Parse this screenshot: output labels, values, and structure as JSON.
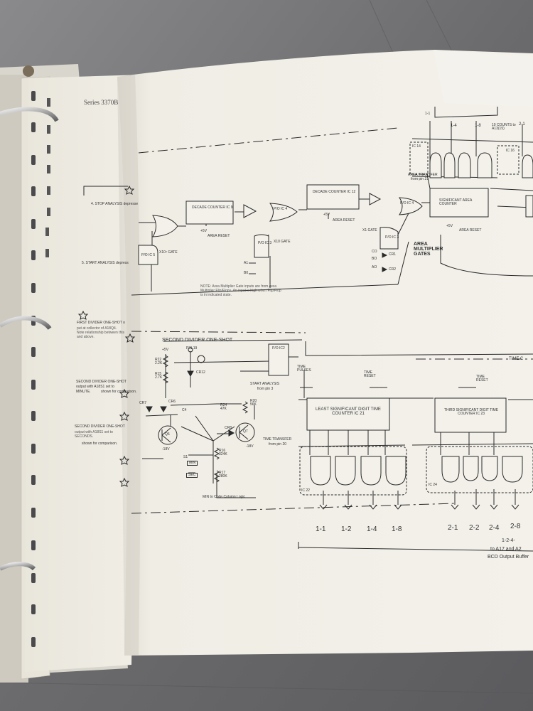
{
  "manual": {
    "series_header": "Series 3370B"
  },
  "left_page": {
    "step_4": "4. STOP ANALYSIS depresse",
    "step_5": "5. START ANALYSIS depress",
    "note_1_title": "FIRST DIVIDER ONE-SHOT o",
    "note_1_body": "put at collector of A18Q4. Note relationship between this and above.",
    "note_2_title": "SECOND DIVIDER ONE-SHOT",
    "note_2_body": "output with A18S1 set to",
    "note_2_unit": "MINUTE.",
    "note_2_tail": "shown for comparison.",
    "note_3_title": "SECOND DIVIDER ONE-SHOT",
    "note_3_body": "output with A18S1 set to SECONDS.",
    "note_3_tail": "shown for comparison."
  },
  "schematic": {
    "decade_counter_1": "DECADE COUNTER IC 9",
    "decade_counter_2": "DECADE COUNTER IC 12",
    "area_reset_1": "AREA RESET",
    "area_reset_2": "AREA RESET",
    "area_reset_3": "AREA RESET",
    "ic5": "P/O IC 5",
    "x10e4_gate": "X10⁴ GATE",
    "ic3": "P/O IC 3",
    "x10_gate": "X10 GATE",
    "x1_gate": "X1 GATE",
    "ic4": "P/O IC 4",
    "area_transfer": "AREA TRANSFER",
    "area_transfer_from": "from pin 21",
    "area_multiplier_gates": "AREA MULTIPLIER GATES",
    "mult_note": "NOTE: Area Multiplier Gate inputs are from Area Multiplier Flip/Flops. An input is high when Flip/Flop is in indicated state.",
    "second_divider": "SECOND DIVIDER ONE-SHOT",
    "plus5v": "+5V",
    "r22": "R22 2.2K",
    "r15": "R15 2.7K",
    "cr12": "CR12",
    "cr7": "CR7",
    "cr6": "CR6",
    "c4": "C4",
    "r24": "R24 47K",
    "r20": "R20 56K",
    "q6": "Q6",
    "q7": "Q7",
    "cr8": "CR8",
    "s1": "S1",
    "minus18v_1": "-18V",
    "minus18v_2": "-18V",
    "r16": "R16 324K",
    "r17": "R17 280K",
    "min": "MIN",
    "sec": "SEC",
    "min_to_code": "MIN to Code Column Logic",
    "ic2": "P/O IC2",
    "start_analysis": "START ANALYSIS",
    "start_analysis_from": "from pin 3",
    "pin19": "PIN 19",
    "time_pulses": "TIME PULSES",
    "time_reset_1": "TIME RESET",
    "time_reset_2": "TIME RESET",
    "time_counter": "TIME C",
    "lsd_counter": "LEAST SIGNIFICANT DIGIT TIME COUNTER IC 21",
    "third_counter": "THIRD SIGNIFICANT DIGIT TIME COUNTER IC 23",
    "time_transfer": "TIME TRANSFER",
    "time_transfer_from": "from pin 20",
    "ic22": "IC 22",
    "ic24": "IC 24",
    "out_1_1": "1-1",
    "out_1_2": "1-2",
    "out_1_4": "1-4",
    "out_1_8": "1-8",
    "out_2_1": "2-1",
    "out_2_2": "2-2",
    "out_2_4": "2-4",
    "out_2_8": "2-8",
    "bcd_range": "1-2-4-",
    "bcd_to": "to A17 and A2",
    "bcd_buffer": "BCD Output Buffer",
    "top_1_1": "1-1",
    "top_1_4": "1-4",
    "top_1_8": "1-8",
    "top_2_1": "2-1",
    "top_counts": "10 COUNTS to A13(15)",
    "area_counter": "SIGNIFICANT AREA COUNTER",
    "plus5v_2": "+5V",
    "plus5v_3": "+5V",
    "co": "CO",
    "bo": "BO",
    "ao": "AO",
    "cr1": "CR1",
    "cr2": "CR2",
    "a1": "A1",
    "b0": "B0",
    "ic14": "IC 14",
    "ic16": "IC 16"
  }
}
